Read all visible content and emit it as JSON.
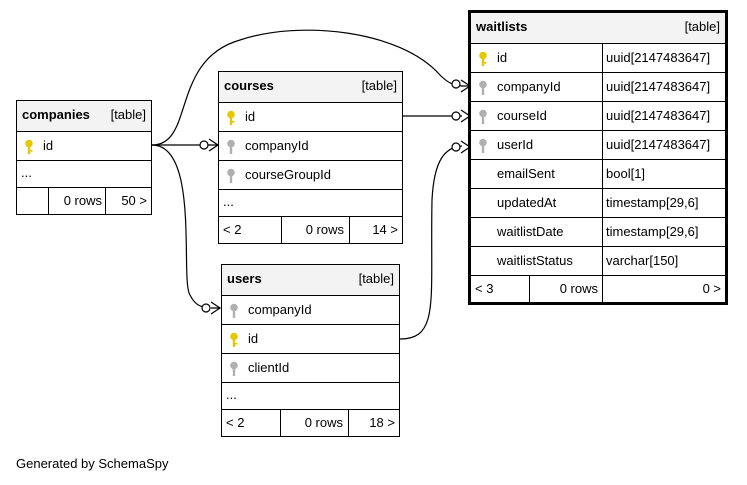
{
  "kind_label": "[table]",
  "generated": "Generated by SchemaSpy",
  "tables": {
    "companies": {
      "name": "companies",
      "columns": [
        {
          "name": "id",
          "key": "primary"
        }
      ],
      "ellipsis": "...",
      "footer": {
        "left": "",
        "rows": "0 rows",
        "right": "50 >"
      }
    },
    "courses": {
      "name": "courses",
      "columns": [
        {
          "name": "id",
          "key": "primary"
        },
        {
          "name": "companyId",
          "key": "foreign"
        },
        {
          "name": "courseGroupId",
          "key": "foreign"
        }
      ],
      "ellipsis": "...",
      "footer": {
        "left": "< 2",
        "rows": "0 rows",
        "right": "14 >"
      }
    },
    "users": {
      "name": "users",
      "columns": [
        {
          "name": "companyId",
          "key": "foreign"
        },
        {
          "name": "id",
          "key": "primary"
        },
        {
          "name": "clientId",
          "key": "foreign"
        }
      ],
      "ellipsis": "...",
      "footer": {
        "left": "< 2",
        "rows": "0 rows",
        "right": "18 >"
      }
    },
    "waitlists": {
      "name": "waitlists",
      "columns": [
        {
          "name": "id",
          "type": "uuid[2147483647]",
          "key": "primary"
        },
        {
          "name": "companyId",
          "type": "uuid[2147483647]",
          "key": "foreign"
        },
        {
          "name": "courseId",
          "type": "uuid[2147483647]",
          "key": "foreign"
        },
        {
          "name": "userId",
          "type": "uuid[2147483647]",
          "key": "foreign"
        },
        {
          "name": "emailSent",
          "type": "bool[1]",
          "key": "none"
        },
        {
          "name": "updatedAt",
          "type": "timestamp[29,6]",
          "key": "none"
        },
        {
          "name": "waitlistDate",
          "type": "timestamp[29,6]",
          "key": "none"
        },
        {
          "name": "waitlistStatus",
          "type": "varchar[150]",
          "key": "none"
        }
      ],
      "footer": {
        "left": "< 3",
        "rows": "0 rows",
        "right": "0 >"
      }
    }
  },
  "colors": {
    "primary_key": "#e6c800",
    "foreign_key": "#b0b0b0",
    "header_bg": "#f3f3f3"
  }
}
